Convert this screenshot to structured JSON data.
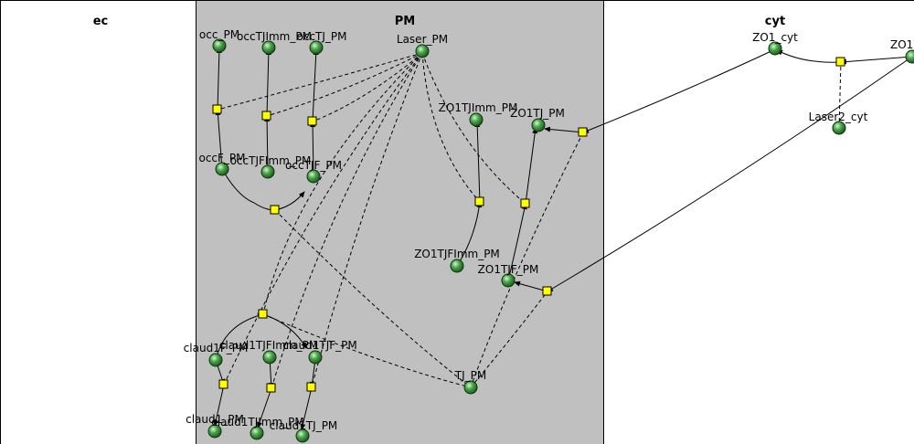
{
  "compartments": [
    {
      "id": "ec",
      "label": "ec"
    },
    {
      "id": "pm",
      "label": "PM"
    },
    {
      "id": "cyt",
      "label": "cyt"
    }
  ],
  "species": [
    {
      "id": "occ_PM",
      "label": "occ_PM"
    },
    {
      "id": "occTJImm_PM",
      "label": "occTJImm_PM"
    },
    {
      "id": "occTJ_PM",
      "label": "occTJ_PM"
    },
    {
      "id": "Laser_PM",
      "label": "Laser_PM"
    },
    {
      "id": "occF_PM",
      "label": "occF_PM"
    },
    {
      "id": "occTJFImm_PM",
      "label": "occTJFImm_PM"
    },
    {
      "id": "occTJF_PM",
      "label": "occTJF_PM"
    },
    {
      "id": "ZO1TJImm_PM",
      "label": "ZO1TJImm_PM"
    },
    {
      "id": "ZO1TJ_PM",
      "label": "ZO1TJ_PM"
    },
    {
      "id": "ZO1TJFImm_PM",
      "label": "ZO1TJFImm_PM"
    },
    {
      "id": "ZO1TJF_PM",
      "label": "ZO1TJF_PM"
    },
    {
      "id": "claud1F_PM",
      "label": "claud1F_PM"
    },
    {
      "id": "claud1TJFImm_PM",
      "label": "claud1TJFImm_PM"
    },
    {
      "id": "claud1TJF_PM",
      "label": "claud1TJF_PM"
    },
    {
      "id": "claud1_PM",
      "label": "claud1_PM"
    },
    {
      "id": "claud1TJImm_PM",
      "label": "claud1TJImm_PM"
    },
    {
      "id": "claud1TJ_PM",
      "label": "claud1TJ_PM"
    },
    {
      "id": "TJ_PM",
      "label": "TJ_PM"
    },
    {
      "id": "ZO1_cyt",
      "label": "ZO1_cyt"
    },
    {
      "id": "ZO1_cyt_edge",
      "label": "ZO1"
    },
    {
      "id": "Laser2_cyt",
      "label": "Laser2_cyt"
    }
  ],
  "colors": {
    "pm_fill": "#c0c0c0",
    "node_fill": "#3f9a3f",
    "node_highlight": "#c8f0c8",
    "reaction_fill": "#ffff00",
    "edge": "#000000"
  }
}
